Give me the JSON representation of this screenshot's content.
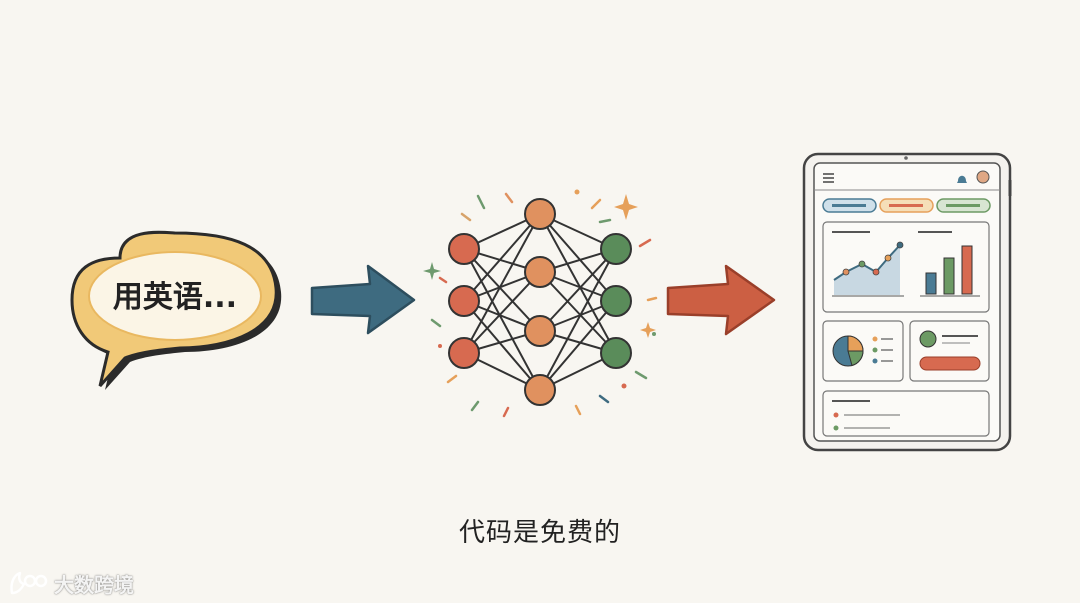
{
  "speech_bubble": {
    "text": "用英语..."
  },
  "caption": "代码是免费的",
  "watermark": {
    "text": "大数跨境",
    "logo": "cat-logo-icon"
  },
  "colors": {
    "bubble_fill": "#f1c978",
    "arrow_blue": "#3e6b80",
    "arrow_red": "#cc5f43",
    "node_red": "#d76a50",
    "node_orange": "#e0915f",
    "node_green": "#5a8c5a",
    "tablet_outline": "#555555",
    "pill_blue": "#4a7b94",
    "pill_orange": "#e6a05a",
    "pill_green": "#6c9a64"
  },
  "icons": {
    "input_arrow": "arrow-right-icon",
    "output_arrow": "arrow-right-icon",
    "network": "neural-network-icon",
    "device": "tablet-dashboard-icon"
  }
}
